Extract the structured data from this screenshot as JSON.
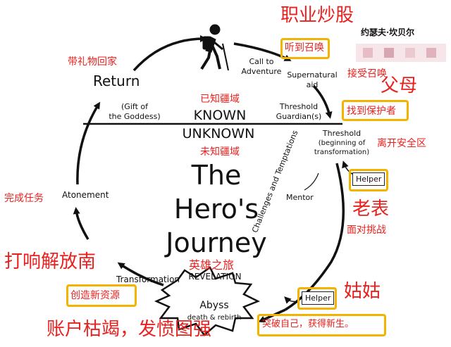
{
  "main_title": [
    "The",
    "Hero's",
    "Journey"
  ],
  "known": "KNOWN",
  "unknown": "UNKNOWN",
  "known_cn": "已知疆域",
  "unknown_cn": "未知疆域",
  "author": "约瑟夫·坎贝尔",
  "stages": {
    "call": [
      "Call to",
      "Adventure"
    ],
    "supernatural": [
      "Supernatural",
      "aid"
    ],
    "threshold_guardian": [
      "Threshold",
      "Guardian(s)"
    ],
    "threshold": [
      "Threshold",
      "(beginning of",
      "transformation)"
    ],
    "mentor": "Mentor",
    "challenges": "Challenges and Temptations",
    "abyss": "Abyss",
    "death_rebirth": "death & rebirth",
    "revelation": "REVELATION",
    "transformation": "Transformation",
    "atonement": "Atonement",
    "return": "Return",
    "gift": [
      "(Gift of",
      "the Goddess)"
    ],
    "helper_upper": "Helper",
    "helper_lower": "Helper"
  },
  "annotations": {
    "career": "职业炒股",
    "hear_call": "听到召唤",
    "accept_call": "接受召唤",
    "parents": "父母",
    "find_protector": "找到保护者",
    "leave_safety": "离开安全区",
    "cousin": "老表",
    "face_challenge": "面对挑战",
    "aunt": "姑姑",
    "breakthrough": "突破自己，获得新生。",
    "bankrupt": "账户枯竭，发愤图强",
    "create_resources": "创造新资源",
    "beat_south": "打响解放南",
    "complete_task": "完成任务",
    "bring_gift": "带礼物回家",
    "hero_journey_cn": "英雄之旅"
  },
  "colors": {
    "ink": "#111111",
    "annotation": "#e8211e",
    "highlight": "#f2b400"
  }
}
